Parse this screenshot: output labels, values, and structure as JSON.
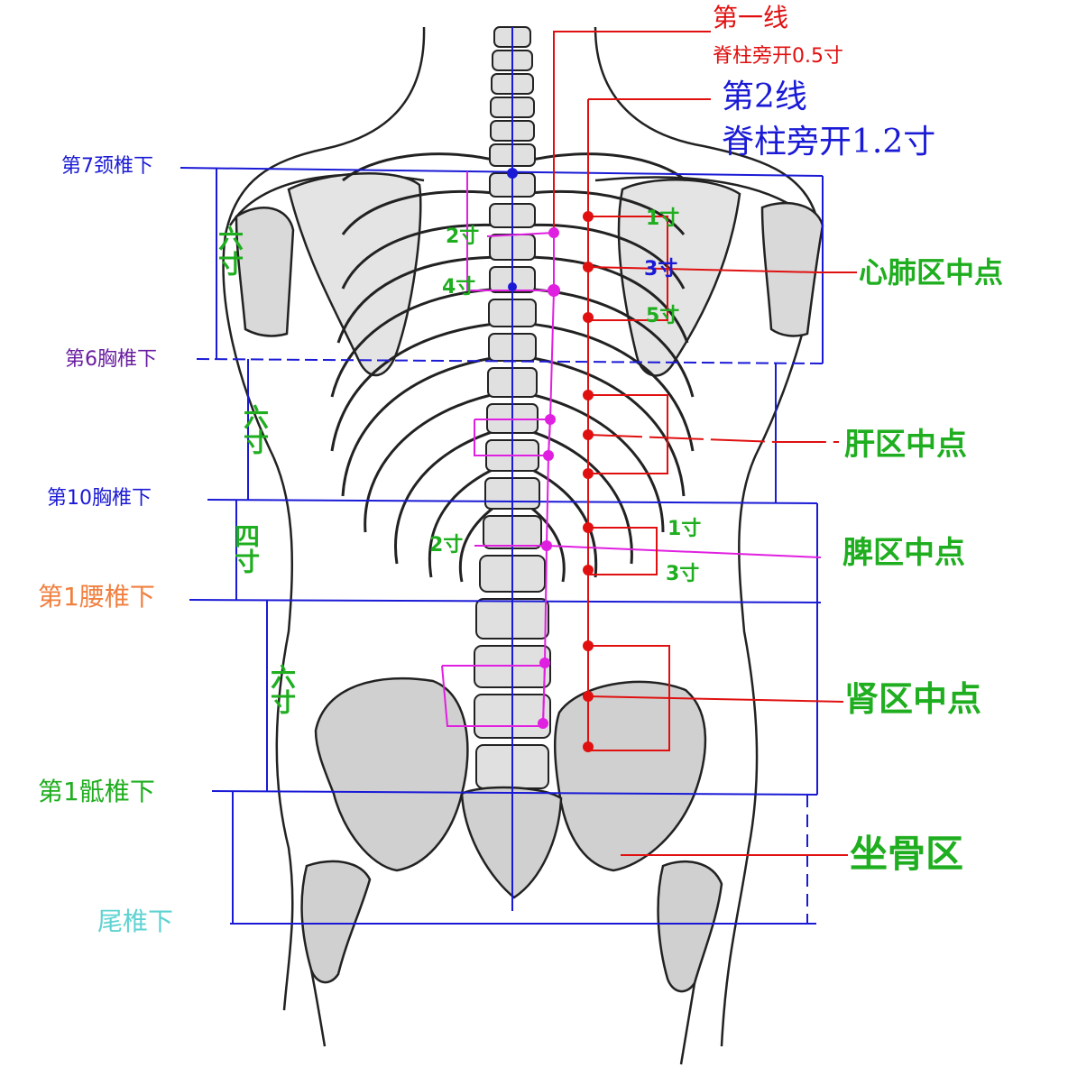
{
  "colors": {
    "blue": "#1a1ad6",
    "red": "#e01010",
    "green": "#1fae1f",
    "magenta": "#e020e0",
    "purple": "#6a1ea0",
    "orange": "#f08040",
    "teal": "#5fd2d2",
    "bone_fill": "#d0d0d0",
    "outline": "#222222"
  },
  "top_labels": {
    "line1_title": "第一线",
    "line1_desc": "脊柱旁开0.5寸",
    "line2_title": "第2线",
    "line2_desc": "脊柱旁开1.2寸"
  },
  "levels": {
    "c7": "第7颈椎下",
    "t6": "第6胸椎下",
    "t10": "第10胸椎下",
    "l1": "第1腰椎下",
    "s1": "第1骶椎下",
    "coccyx": "尾椎下"
  },
  "span_labels": {
    "upper_back": "六寸",
    "mid_back": "六寸",
    "lower_back": "四寸",
    "lumbar": "六寸"
  },
  "small_marks": {
    "left_2cun_top": "2寸",
    "left_4cun": "4寸",
    "right_1cun_top": "1寸",
    "right_3cun_top": "3寸",
    "right_5cun": "5寸",
    "left_2cun_mid": "2寸",
    "right_1cun_mid": "1寸",
    "right_3cun_mid": "3寸"
  },
  "zones": {
    "heart_lung": "心肺区中点",
    "liver": "肝区中点",
    "spleen": "脾区中点",
    "kidney": "肾区中点",
    "sciatic": "坐骨区"
  }
}
